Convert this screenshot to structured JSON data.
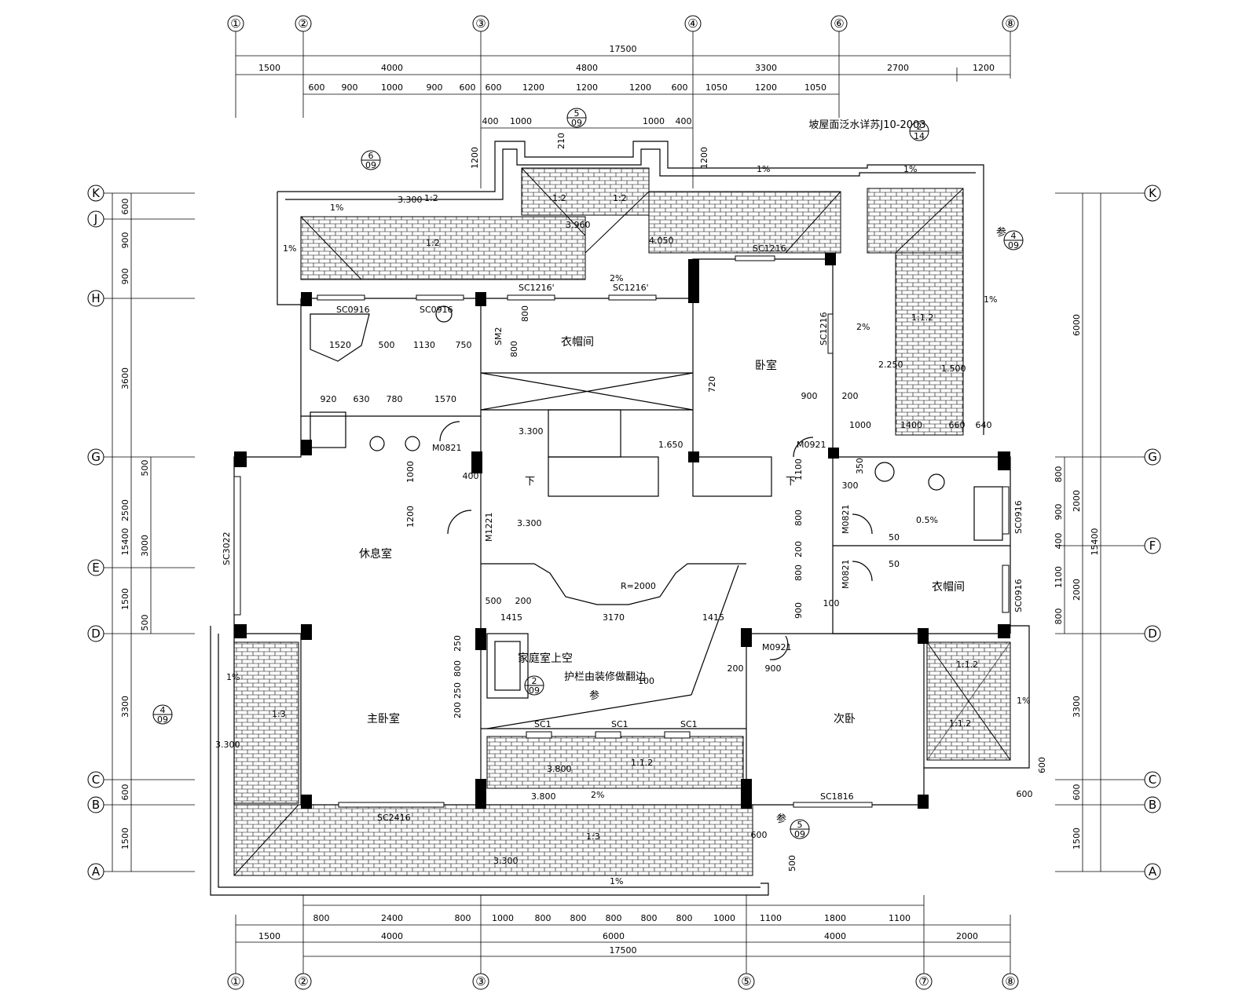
{
  "axes_top": [
    "①",
    "②",
    "③",
    "④",
    "⑥",
    "⑧"
  ],
  "axes_bottom": [
    "①",
    "②",
    "③",
    "⑤",
    "⑦",
    "⑧"
  ],
  "axes_left": [
    "K",
    "J",
    "H",
    "G",
    "E",
    "D",
    "C",
    "B",
    "A"
  ],
  "axes_right": [
    "K",
    "G",
    "F",
    "D",
    "C",
    "B",
    "A"
  ],
  "dims": {
    "top_total": "17500",
    "top_mid": [
      "1500",
      "4000",
      "4800",
      "3300",
      "2700",
      "1200"
    ],
    "top_fine": [
      "600",
      "900",
      "1000",
      "900",
      "600",
      "600",
      "1200",
      "1200",
      "1200",
      "600",
      "1050",
      "1200",
      "1050"
    ],
    "top_small": [
      "400",
      "1000",
      "1000",
      "400"
    ],
    "bottom_fine": [
      "800",
      "2400",
      "800",
      "1000",
      "800",
      "800",
      "800",
      "800",
      "800",
      "1000",
      "1100",
      "1800",
      "1100"
    ],
    "bottom_mid": [
      "1500",
      "4000",
      "6000",
      "4000",
      "2000"
    ],
    "bottom_total": "17500",
    "left_outer": "15400",
    "left_segs": [
      "600",
      "900",
      "900",
      "3600",
      "2500",
      "1500",
      "3300",
      "600",
      "1500"
    ],
    "left_inner": [
      "500",
      "3000",
      "500"
    ],
    "right_outer": "15400",
    "right_segs": [
      "6000",
      "2000",
      "2000",
      "3300",
      "600",
      "1500"
    ],
    "right_inner": [
      "800",
      "900",
      "400",
      "1100",
      "800"
    ],
    "bath_row1": [
      "1520",
      "500",
      "1130",
      "750"
    ],
    "bath_row2": [
      "920",
      "630",
      "780",
      "1570"
    ],
    "right_row": [
      "1000",
      "1400",
      "660",
      "640"
    ],
    "family": [
      "500",
      "200",
      "1415",
      "3170",
      "1415"
    ],
    "misc": [
      "210",
      "1200",
      "1200",
      "800",
      "800",
      "720",
      "900",
      "200",
      "1000",
      "400",
      "1200",
      "1100",
      "800",
      "200",
      "800",
      "900",
      "100",
      "50",
      "50",
      "300",
      "350",
      "200",
      "900",
      "250",
      "800",
      "250",
      "200",
      "600",
      "600",
      "600",
      "500"
    ]
  },
  "rooms": {
    "cloak1": "衣帽间",
    "bedroom": "卧室",
    "rest": "休息室",
    "master": "主卧室",
    "family": "家庭室上空",
    "second": "次卧",
    "cloak2": "衣帽间"
  },
  "labels": {
    "roof_note": "坡屋面泛水详苏J10-2003",
    "rail_note": "护栏由装修做翻边",
    "can": "参",
    "can2": "参",
    "can3": "参",
    "down1": "下",
    "down2": "下",
    "radius": "R=2000",
    "sc0916a": "SC0916",
    "sc0916b": "SC0916",
    "sc1216a": "SC1216'",
    "sc1216b": "SC1216'",
    "sc1216c": "SC1216",
    "sc1216d": "SC1216",
    "sm2": "SM2",
    "m0821a": "M0821",
    "m0921a": "M0921",
    "m0821b": "M0821",
    "m0821c": "M0821",
    "m1221": "M1221",
    "m0921b": "M0921",
    "sc3022": "SC3022",
    "sc0916c": "SC0916",
    "sc0916d": "SC0916",
    "sc1": "SC1",
    "sc1b": "SC1",
    "sc1c": "SC1",
    "sc2416": "SC2416",
    "sc1816": "SC1816"
  },
  "levels": [
    "3.300",
    "3.960",
    "4.050",
    "2.250",
    "1.500",
    "3.300",
    "1.650",
    "3.300",
    "3.800",
    "3.800",
    "3.300",
    "3.300"
  ],
  "slopes": [
    "1%",
    "1%",
    "1%",
    "1%",
    "1%",
    "1%",
    "1%",
    "1%",
    "1:2",
    "1:2",
    "1:2",
    "1:2",
    "1:1.2",
    "1:1.2",
    "1:1.2",
    "1:3",
    "1:3",
    "1:1.2",
    "2%",
    "2%",
    "2%",
    "0.5%"
  ],
  "details": {
    "d5_09_top": [
      "5",
      "09"
    ],
    "d6_09": [
      "6",
      "09"
    ],
    "d2_14": [
      "2",
      "14"
    ],
    "d4_09_right": [
      "4",
      "09"
    ],
    "d4_09_left": [
      "4",
      "09"
    ],
    "d2_09": [
      "2",
      "09"
    ],
    "d5_09_bottom": [
      "5",
      "09"
    ],
    "d100": "100"
  },
  "colors": {
    "line": "#000000",
    "bg": "#ffffff"
  }
}
